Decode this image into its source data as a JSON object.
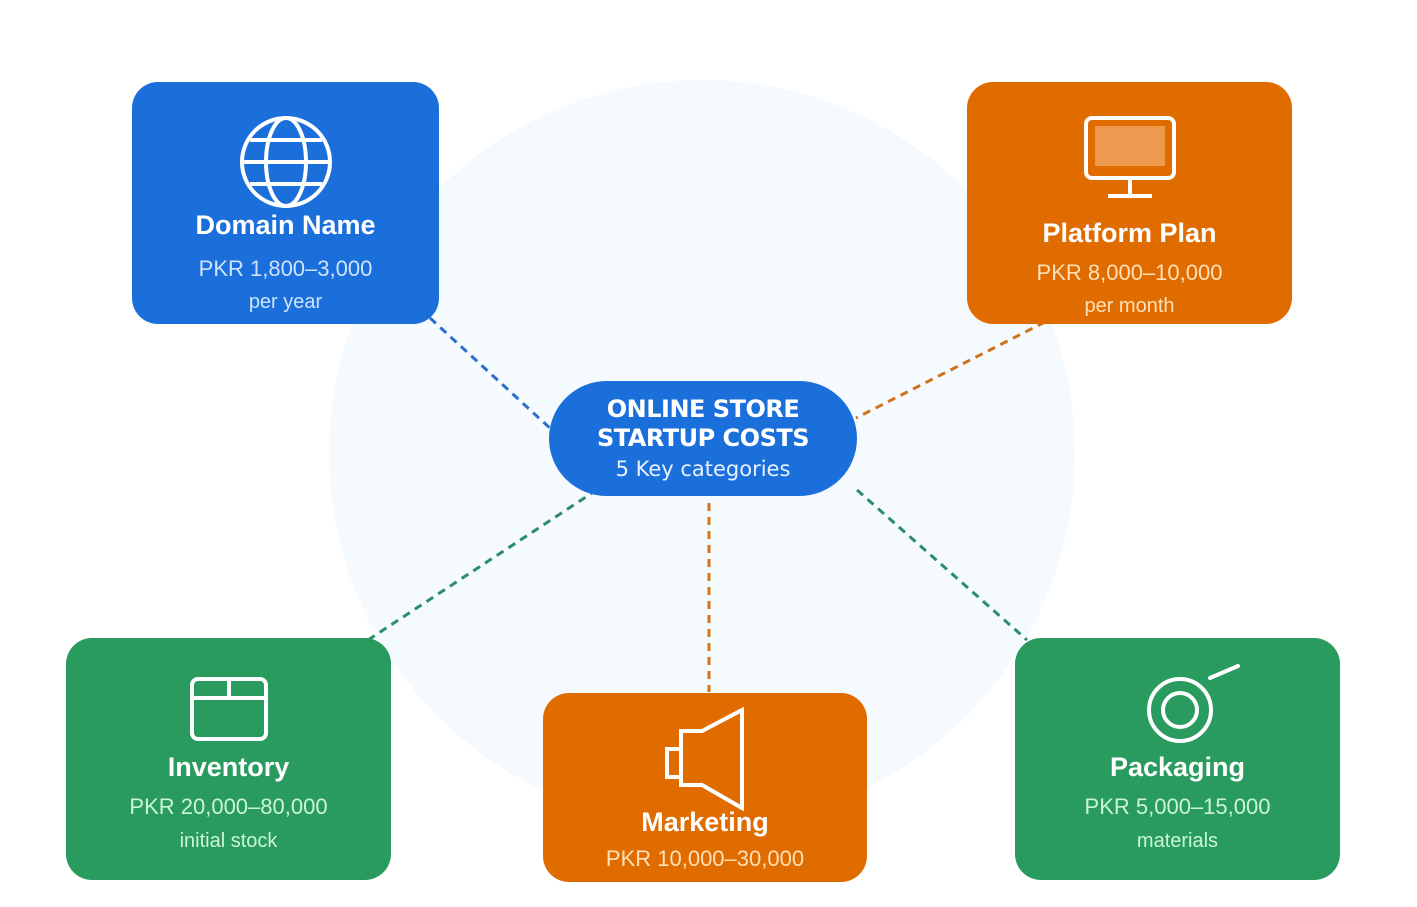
{
  "hub": {
    "line1": "ONLINE STORE",
    "line2": "STARTUP COSTS",
    "subtitle": "5 Key categories"
  },
  "colors": {
    "blue": "#1b6fdb",
    "orange": "#e06c00",
    "green": "#2a9b5f",
    "background_circle": "#f5fafe"
  },
  "categories": [
    {
      "id": "domain",
      "title": "Domain Name",
      "price": "PKR 1,800–3,000",
      "note": "per year",
      "icon": "globe-icon",
      "color": "blue"
    },
    {
      "id": "platform",
      "title": "Platform Plan",
      "price": "PKR 8,000–10,000",
      "note": "per month",
      "icon": "monitor-icon",
      "color": "orange"
    },
    {
      "id": "inventory",
      "title": "Inventory",
      "price": "PKR 20,000–80,000",
      "note": "initial stock",
      "icon": "box-icon",
      "color": "green"
    },
    {
      "id": "marketing",
      "title": "Marketing",
      "price": "PKR 10,000–30,000",
      "note": "",
      "icon": "megaphone-icon",
      "color": "orange"
    },
    {
      "id": "packaging",
      "title": "Packaging",
      "price": "PKR 5,000–15,000",
      "note": "materials",
      "icon": "tape-roll-icon",
      "color": "green"
    }
  ]
}
